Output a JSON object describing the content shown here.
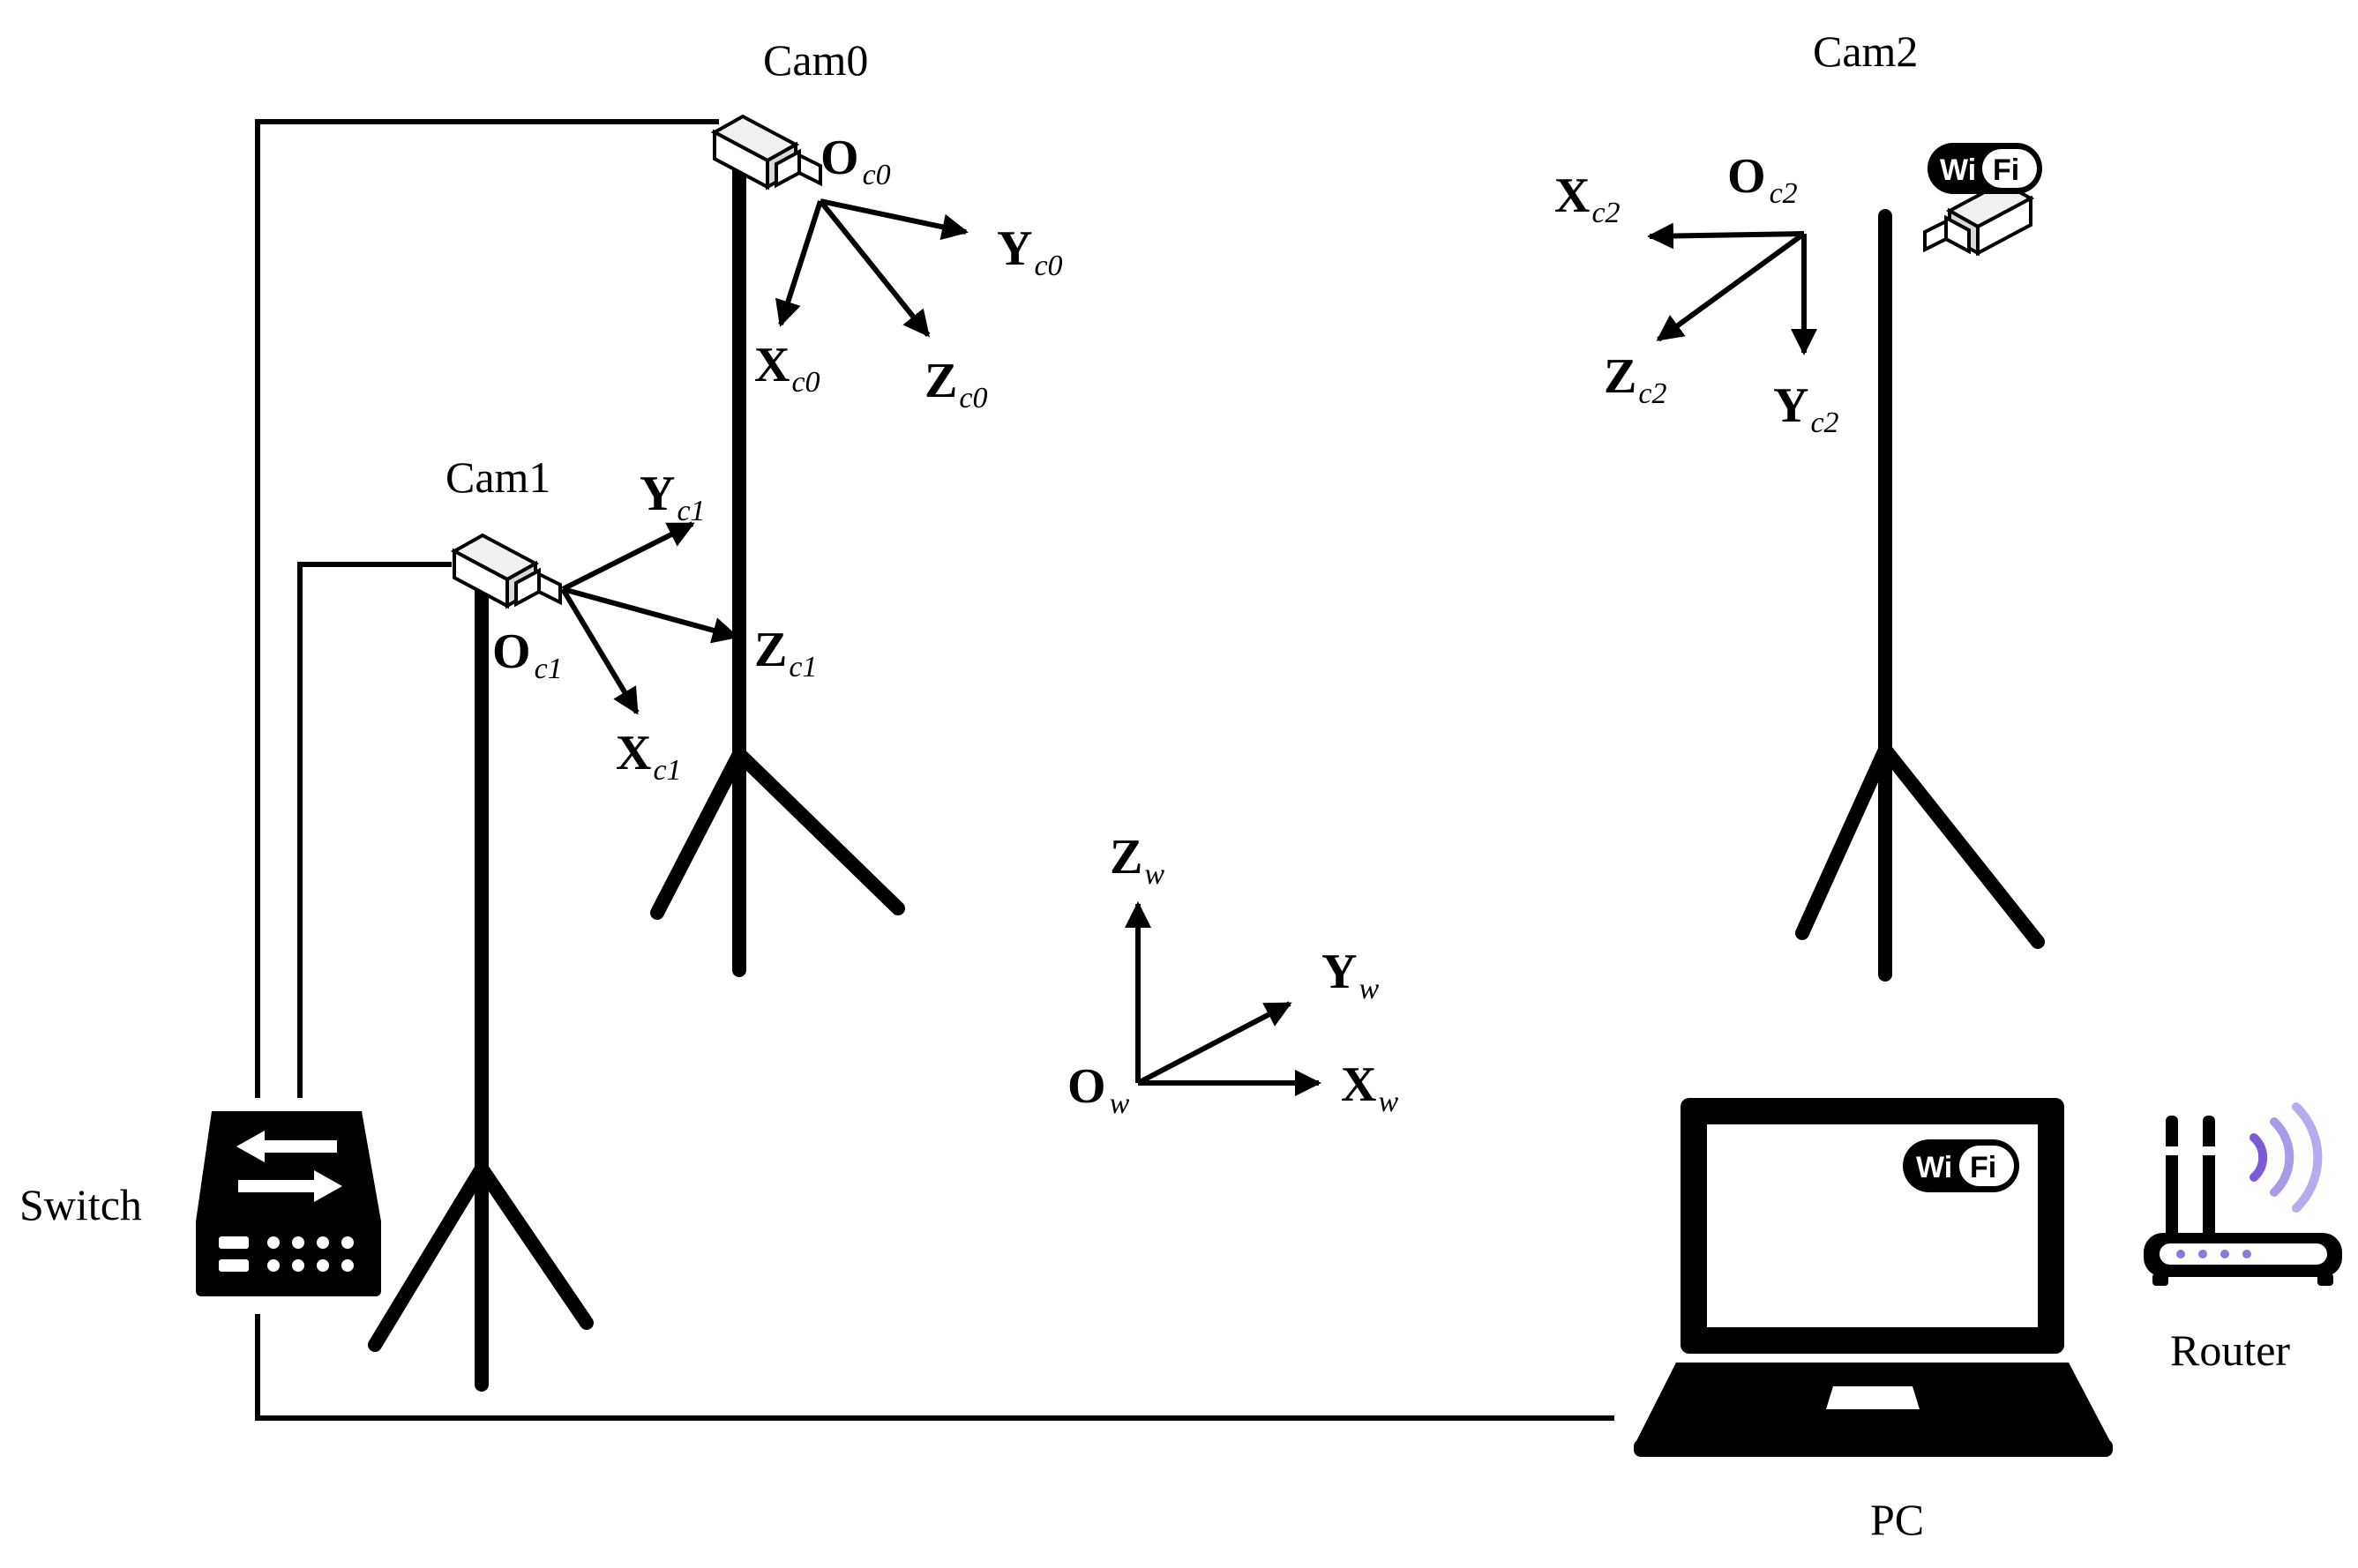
{
  "devices": {
    "cam0": "Cam0",
    "cam1": "Cam1",
    "cam2": "Cam2",
    "switch": "Switch",
    "router": "Router",
    "pc": "PC"
  },
  "wifi": {
    "wi": "Wi",
    "fi": "Fi"
  },
  "frames": {
    "c0": {
      "O": "O",
      "X": "X",
      "Y": "Y",
      "Z": "Z",
      "sub": "c0"
    },
    "c1": {
      "O": "O",
      "X": "X",
      "Y": "Y",
      "Z": "Z",
      "sub": "c1"
    },
    "c2": {
      "O": "O",
      "X": "X",
      "Y": "Y",
      "Z": "Z",
      "sub": "c2"
    },
    "w": {
      "O": "O",
      "X": "X",
      "Y": "Y",
      "Z": "Z",
      "sub": "w"
    }
  },
  "colors": {
    "line": "#000000",
    "router_signal": "#7b5cd6",
    "router_leds": "#8a7ae0"
  },
  "icons": [
    "camera-icon",
    "tripod-icon",
    "wifi-badge-icon",
    "network-switch-icon",
    "laptop-icon",
    "router-icon"
  ]
}
